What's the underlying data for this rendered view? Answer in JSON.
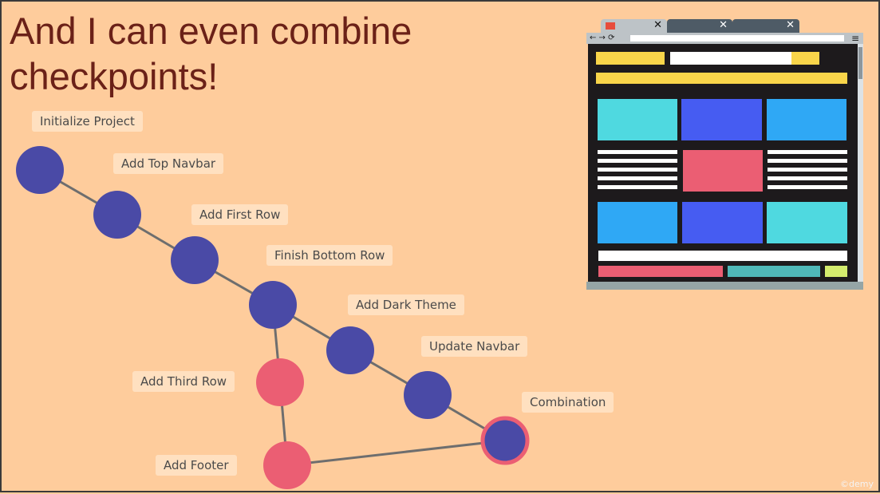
{
  "title_lines": [
    "And I can even combine",
    "checkpoints!"
  ],
  "watermark": "©demy",
  "nodes": [
    {
      "id": "initialize-project",
      "label": "Initialize Project",
      "color": "#4A4AA6"
    },
    {
      "id": "add-top-navbar",
      "label": "Add Top Navbar",
      "color": "#4A4AA6"
    },
    {
      "id": "add-first-row",
      "label": "Add First Row",
      "color": "#4A4AA6"
    },
    {
      "id": "finish-bottom-row",
      "label": "Finish Bottom Row",
      "color": "#4A4AA6"
    },
    {
      "id": "add-dark-theme",
      "label": "Add Dark Theme",
      "color": "#4A4AA6"
    },
    {
      "id": "update-navbar",
      "label": "Update Navbar",
      "color": "#4A4AA6"
    },
    {
      "id": "add-third-row",
      "label": "Add Third Row",
      "color": "#EB5E73"
    },
    {
      "id": "add-footer",
      "label": "Add Footer",
      "color": "#EB5E73"
    },
    {
      "id": "combination",
      "label": "Combination",
      "color": "#4A4AA6",
      "ring": "#EB5E73"
    }
  ],
  "edges": [
    [
      "initialize-project",
      "add-top-navbar"
    ],
    [
      "add-top-navbar",
      "add-first-row"
    ],
    [
      "add-first-row",
      "finish-bottom-row"
    ],
    [
      "finish-bottom-row",
      "add-dark-theme"
    ],
    [
      "add-dark-theme",
      "update-navbar"
    ],
    [
      "update-navbar",
      "combination"
    ],
    [
      "finish-bottom-row",
      "add-third-row"
    ],
    [
      "add-third-row",
      "add-footer"
    ],
    [
      "add-footer",
      "combination"
    ]
  ],
  "edge_color": "#6E6E6E",
  "browser": {
    "tab_close": "✕",
    "nav_icons": "← → ⟳",
    "menu_icon": "≡",
    "colors": {
      "yellow": "#F9D54A",
      "cyan": "#4FD9E0",
      "blue": "#465CF2",
      "sky": "#2FA8F5",
      "pink": "#EB5E73",
      "teal": "#4FB8B8",
      "lime": "#D4EC6E",
      "dark": "#1D1A1C"
    }
  }
}
